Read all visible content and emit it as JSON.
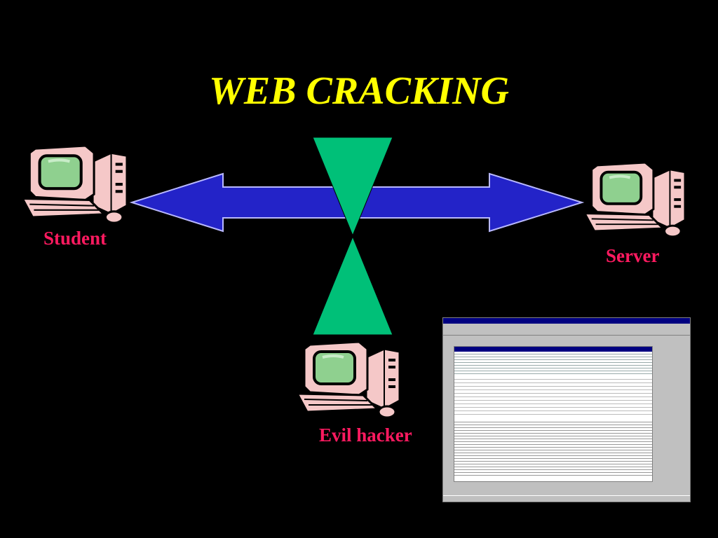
{
  "title": "WEB CRACKING",
  "nodes": {
    "student": "Student",
    "server": "Server",
    "hacker": "Evil hacker"
  },
  "colors": {
    "title": "#ffff00",
    "labels": "#ff1a60",
    "arrow": "#2323c8",
    "triangle": "#00c078",
    "monitor_case": "#f5c8c8",
    "screen": "#8fd08f"
  },
  "icons": [
    "computer-icon",
    "computer-icon",
    "computer-icon"
  ]
}
